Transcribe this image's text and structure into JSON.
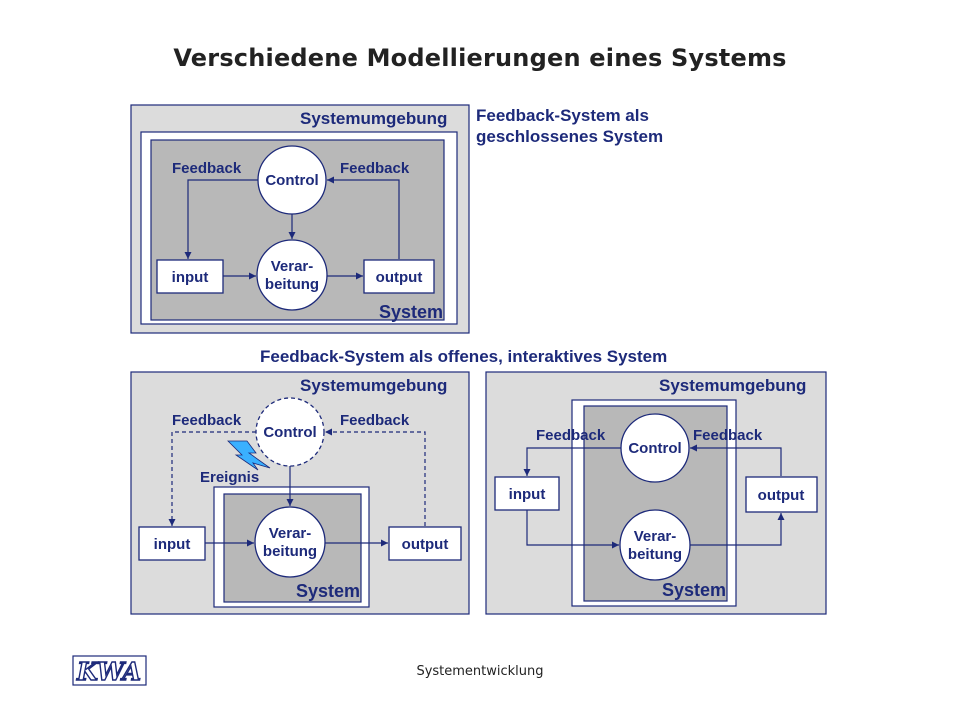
{
  "title": "Verschiedene Modellierungen eines Systems",
  "footer": "Systementwicklung",
  "logo_text": "KWA",
  "colors": {
    "line": "#1d2a7a",
    "environment": "#dcdcdc",
    "system": "#b8b8b8",
    "lightning": "#3ab0ff"
  },
  "diagram1": {
    "caption_line1": "Feedback-System als",
    "caption_line2": "geschlossenes System",
    "environment_label": "Systemumgebung",
    "system_label": "System",
    "control_label": "Control",
    "process_line1": "Verar-",
    "process_line2": "beitung",
    "input_label": "input",
    "output_label": "output",
    "feedback_left": "Feedback",
    "feedback_right": "Feedback"
  },
  "open_caption": "Feedback-System als offenes, interaktives System",
  "diagram2": {
    "environment_label": "Systemumgebung",
    "system_label": "System",
    "control_label": "Control",
    "process_line1": "Verar-",
    "process_line2": "beitung",
    "input_label": "input",
    "output_label": "output",
    "feedback_left": "Feedback",
    "feedback_right": "Feedback",
    "event_label": "Ereignis"
  },
  "diagram3": {
    "environment_label": "Systemumgebung",
    "system_label": "System",
    "control_label": "Control",
    "process_line1": "Verar-",
    "process_line2": "beitung",
    "input_label": "input",
    "output_label": "output",
    "feedback_left": "Feedback",
    "feedback_right": "Feedback"
  }
}
